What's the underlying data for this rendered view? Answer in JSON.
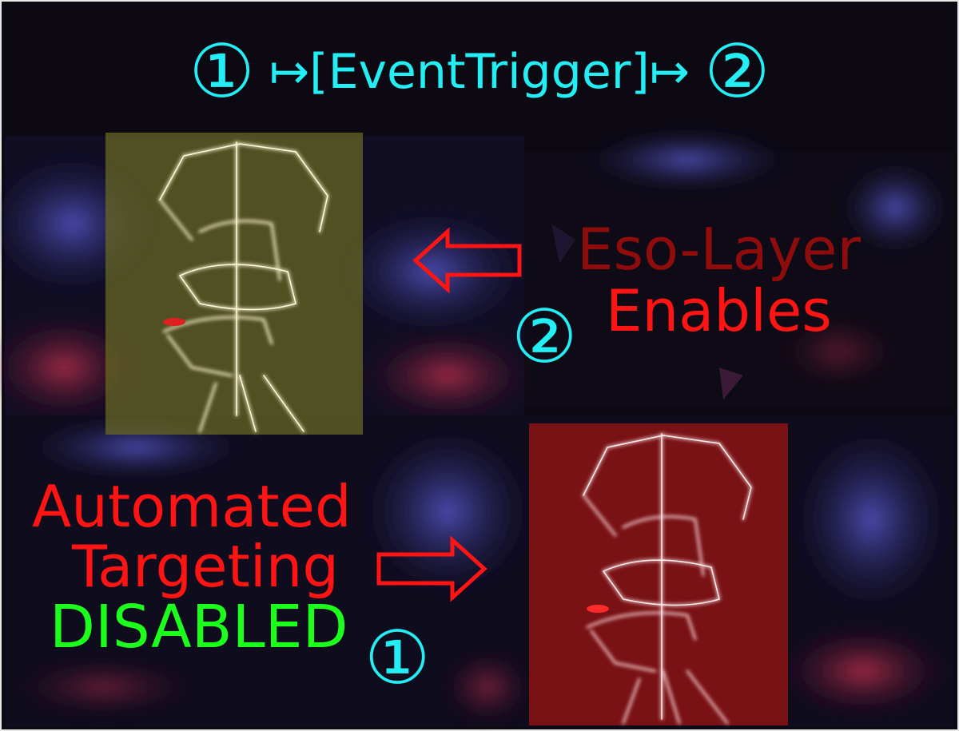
{
  "header": {
    "step_one": "①",
    "trigger_label": "↦[EventTrigger]↦",
    "step_two": "②"
  },
  "eso_layer": {
    "line1": "Eso-Layer",
    "line2": "Enables",
    "step": "②"
  },
  "targeting": {
    "line1": "Automated",
    "line2": "Targeting",
    "status": "DISABLED",
    "step": "①"
  },
  "colors": {
    "background": "#0c0912",
    "cyan": "#22eef4",
    "dark_red": "#8e0c0c",
    "red": "#ff1414",
    "green": "#1cff1c",
    "yellow_tint": "#8c8c2c",
    "red_tint": "#a21414",
    "nebula_blue": "#4a4ab4",
    "glow_line": "#f4f0c4"
  },
  "icons": {
    "left_arrow": "outline-left-arrow-icon",
    "right_arrow": "outline-right-arrow-icon"
  }
}
